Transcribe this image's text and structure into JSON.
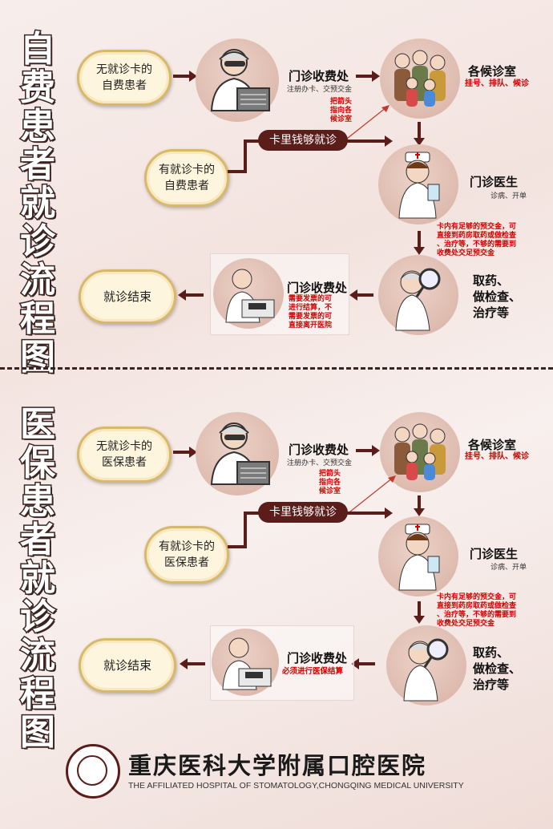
{
  "section1": {
    "title": [
      "自",
      "费",
      "患",
      "者",
      "就",
      "诊",
      "流",
      "程",
      "图"
    ],
    "patient_no_card": "无就诊卡的\n自费患者",
    "patient_card": "有就诊卡的\n自费患者",
    "cashier_title": "门诊收费处",
    "cashier_sub": "注册办卡、交预交金",
    "arrow_note": "把箭头\n指向各\n候诊室",
    "waiting_title": "各候诊室",
    "waiting_sub": "挂号、排队、候诊",
    "enough_money": "卡里钱够就诊",
    "doctor_title": "门诊医生",
    "doctor_sub": "诊病、开单",
    "prepay_note": "卡内有足够的预交金，可\n直接到药房取药或做检查\n、治疗等，不够的需要到\n收费处交足预交金",
    "treat_title": "取药、\n做检查、\n治疗等",
    "cashier2_title": "门诊收费处",
    "invoice_note": "需要发票的可\n进行结算，不\n需要发票的可\n直接离开医院",
    "end": "就诊结束"
  },
  "section2": {
    "title": [
      "医",
      "保",
      "患",
      "者",
      "就",
      "诊",
      "流",
      "程",
      "图"
    ],
    "patient_no_card": "无就诊卡的\n医保患者",
    "patient_card": "有就诊卡的\n医保患者",
    "cashier_title": "门诊收费处",
    "cashier_sub": "注册办卡、交预交金",
    "arrow_note": "把箭头\n指向各\n候诊室",
    "waiting_title": "各候诊室",
    "waiting_sub": "挂号、排队、候诊",
    "enough_money": "卡里钱够就诊",
    "doctor_title": "门诊医生",
    "doctor_sub": "诊病、开单",
    "prepay_note": "卡内有足够的预交金，可\n直接到药房取药或做检查\n、治疗等，不够的需要到\n收费处交足预交金",
    "treat_title": "取药、\n做检查、\n治疗等",
    "cashier2_title": "门诊收费处",
    "settle_note": "必须进行医保结算",
    "end": "就诊结束"
  },
  "footer": {
    "name": "重庆医科大学附属口腔医院",
    "english": "THE AFFILIATED HOSPITAL OF STOMATOLOGY,CHONGQING MEDICAL UNIVERSITY"
  },
  "colors": {
    "accent": "#5a1d1a",
    "note_red": "#d10000",
    "circle": "#dcb8ab"
  },
  "icons": [
    "doctor-at-computer-icon",
    "family-group-icon",
    "nurse-icon",
    "doctor-magnifier-icon",
    "cashier-doctor-icon",
    "hospital-logo-icon"
  ]
}
